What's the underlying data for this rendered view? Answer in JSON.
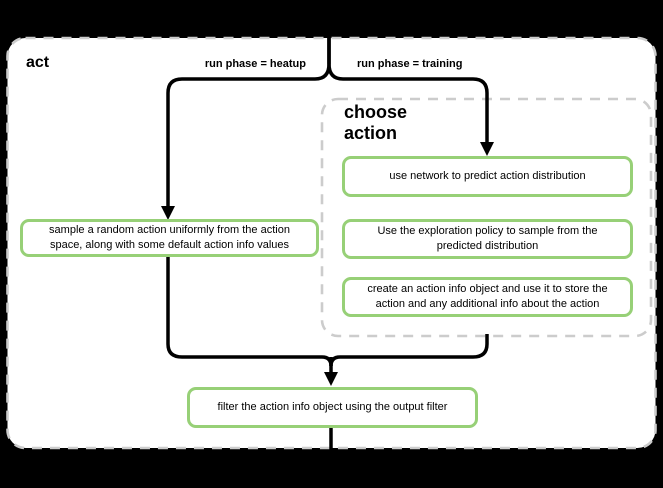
{
  "colors": {
    "page_background": "#000000",
    "container_fill": "#ffffff",
    "dashed_border": "#cccccc",
    "node_border": "#97d077",
    "node_fill": "#ffffff",
    "connector": "#000000",
    "text": "#000000"
  },
  "act_container": {
    "title": "act"
  },
  "branch_labels": {
    "heatup": "run phase = heatup",
    "training": "run phase = training"
  },
  "choose_action": {
    "title": "choose\naction",
    "steps": [
      "use network to predict action distribution",
      "Use the exploration policy to sample from the predicted distribution",
      "create an action info object and use it to store the action and any additional info about the action"
    ]
  },
  "nodes": {
    "sample_random": "sample a random action uniformly from the action space, along with some default action info values",
    "filter_output": "filter the action info object using the output filter"
  }
}
